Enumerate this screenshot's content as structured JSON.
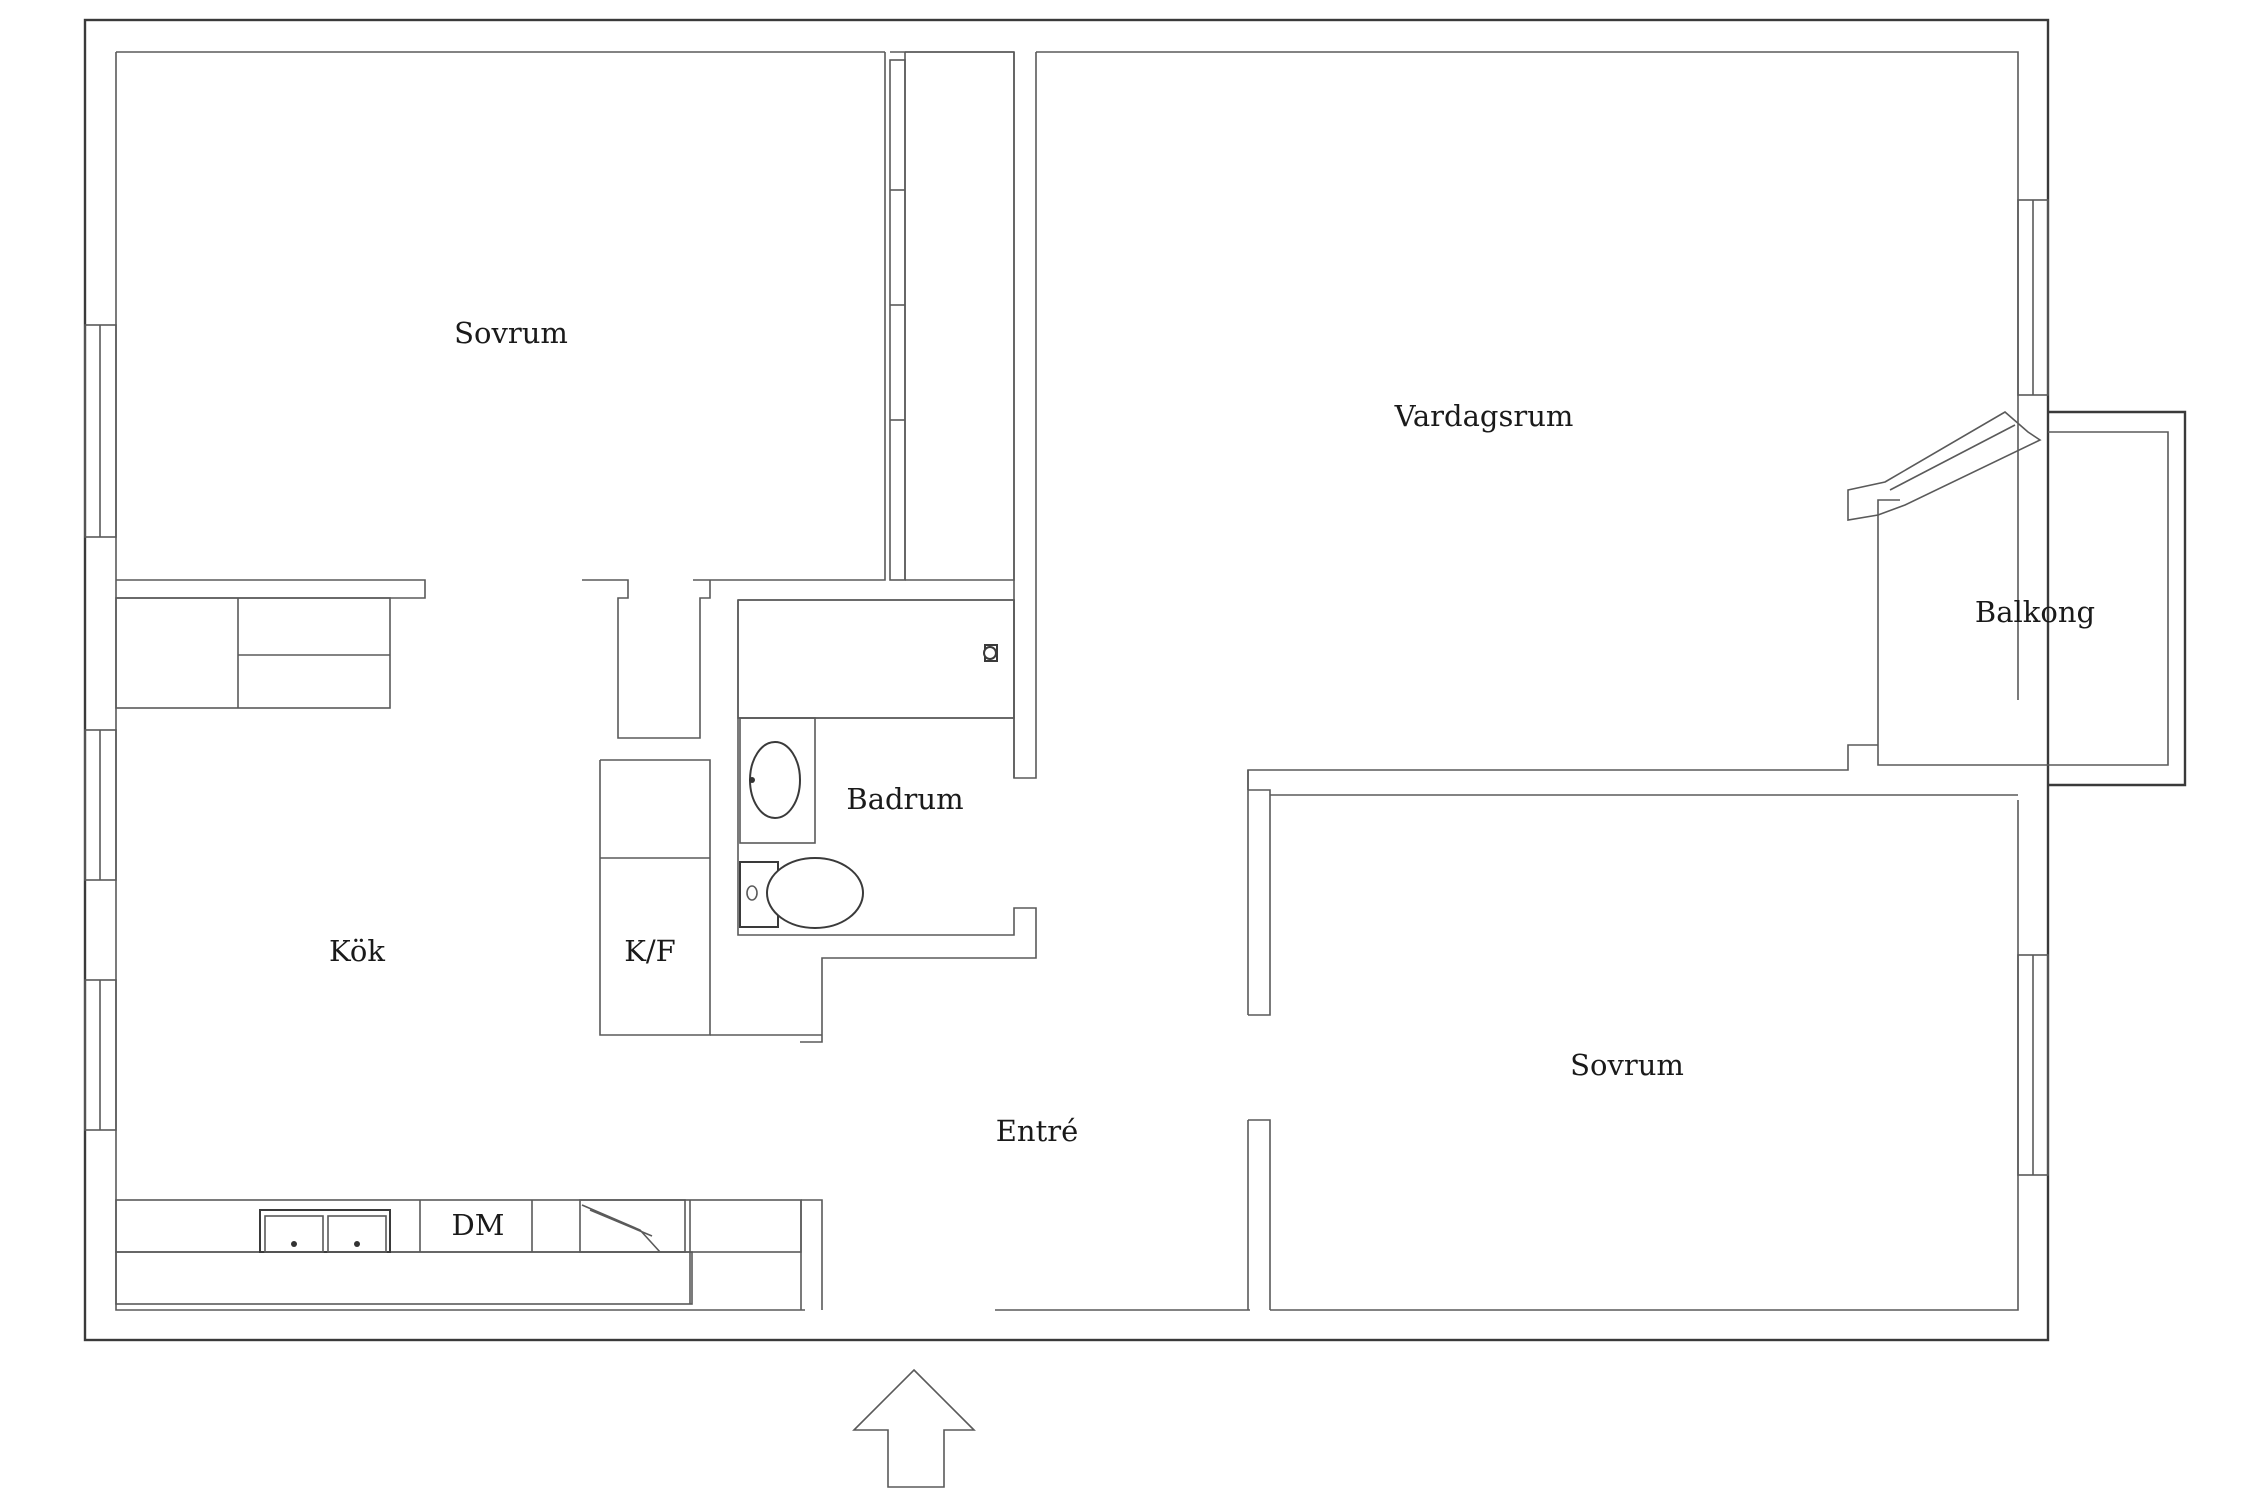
{
  "rooms": {
    "bedroom_top": "Sovrum",
    "living_room": "Vardagsrum",
    "balcony": "Balkong",
    "bathroom": "Badrum",
    "kitchen": "Kök",
    "fridge_freezer": "K/F",
    "dishwasher": "DM",
    "entrance": "Entré",
    "bedroom_bottom": "Sovrum"
  },
  "icons": {
    "entrance_arrow": "arrow-up-icon",
    "sink": "washbasin-icon",
    "toilet": "toilet-icon",
    "kitchen_sink": "kitchen-sink-icon",
    "stove": "stove-icon",
    "shower": "shower-icon"
  }
}
